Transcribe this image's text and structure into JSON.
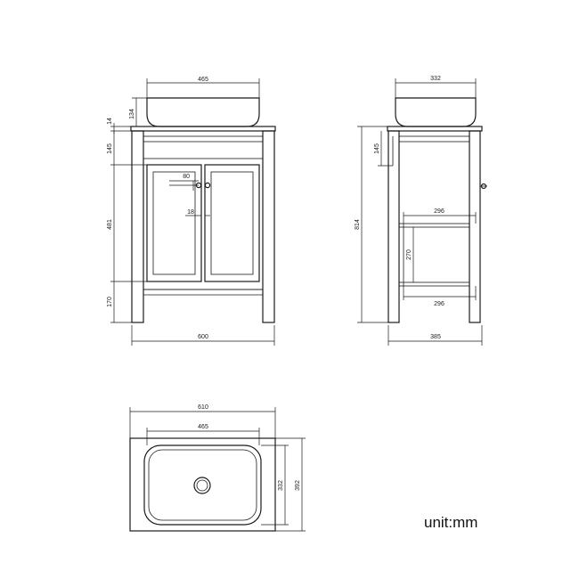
{
  "front_view": {
    "dims": {
      "basin_width": "465",
      "basin_height": "134",
      "top_thickness": "14",
      "apron_height": "145",
      "door_height": "481",
      "leg_height": "170",
      "overall_width": "600",
      "handle_spacing": "80",
      "door_gap": "18"
    }
  },
  "side_view": {
    "dims": {
      "basin_depth": "332",
      "apron_height": "145",
      "overall_height": "814",
      "shelf_depth_upper": "296",
      "shelf_spacing": "270",
      "shelf_depth_lower": "296",
      "overall_depth": "385"
    }
  },
  "top_view": {
    "dims": {
      "top_width": "610",
      "basin_width": "465",
      "basin_depth": "332",
      "top_depth": "392"
    }
  },
  "unit_label": "unit:mm"
}
